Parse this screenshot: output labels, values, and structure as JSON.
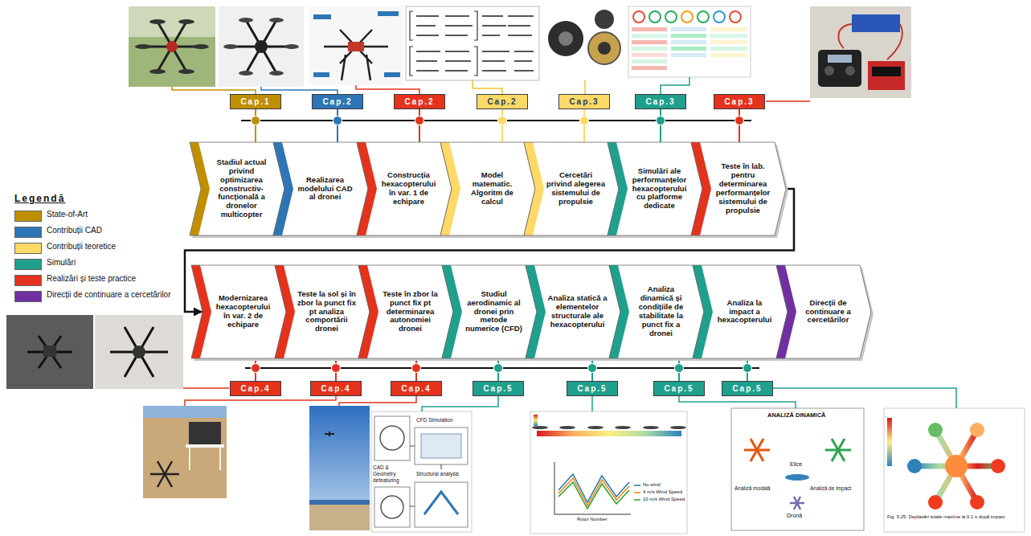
{
  "diagram": {
    "nodes": [
      {
        "text": [
          "Cap.1"
        ]
      },
      {
        "text": [
          "Cap.2"
        ]
      },
      {
        "text": [
          "Cap.2"
        ]
      },
      {
        "text": [
          "Cap.2"
        ]
      },
      {
        "text": [
          "Cap.3"
        ]
      },
      {
        "text": [
          "Cap.3"
        ]
      },
      {
        "text": [
          "Cap.3"
        ]
      },
      {
        "text": [
          "Stadiul actual privind optimizarea constructiv-funcțională a dronelor multicopter"
        ]
      },
      {
        "text": [
          "Realizarea modelului CAD al dronei"
        ]
      },
      {
        "text": [
          "Construcția hexacopterului în var. 1 de echipare"
        ]
      },
      {
        "text": [
          "Model matematic. Algoritm de calcul"
        ]
      },
      {
        "text": [
          "Cercetări privind alegerea sistemului de propulsie"
        ]
      },
      {
        "text": [
          "Simulări ale performanțelor hexacopterului cu platforme dedicate"
        ]
      },
      {
        "text": [
          "Teste în lab. pentru determinarea performanțelor sistemului de propulsie"
        ]
      },
      {
        "text": [
          "Modernizarea hexacopterului în var. 2 de echipare"
        ]
      },
      {
        "text": [
          "Teste la sol și în zbor la punct fix pt analiza comportării dronei"
        ]
      },
      {
        "text": [
          "Teste în zbor la punct fix pt determinarea autonomiei dronei"
        ]
      },
      {
        "text": [
          "Studiul aerodinamic al dronei prin metode numerice (CFD)"
        ]
      },
      {
        "text": [
          "Analiza statică a elementelor structurale ale hexacopterului"
        ]
      },
      {
        "text": [
          "Analiza dinamică și condițiile de stabilitate la punct fix a dronei"
        ]
      },
      {
        "text": [
          "Analiza la impact a hexacopterului"
        ]
      },
      {
        "text": [
          "Direcții de continuare a cercetărilor"
        ]
      },
      {
        "text": [
          "Cap.4"
        ]
      },
      {
        "text": [
          "Cap.4"
        ]
      },
      {
        "text": [
          "Cap.4"
        ]
      },
      {
        "text": [
          "Cap.5"
        ]
      },
      {
        "text": [
          "Cap.5"
        ]
      },
      {
        "text": [
          "Cap.5"
        ]
      },
      {
        "text": [
          "Cap.5"
        ]
      }
    ],
    "edges": [
      {
        "from": 0,
        "to": 7,
        "arrow": "none"
      },
      {
        "from": 1,
        "to": 8,
        "arrow": "none"
      },
      {
        "from": 2,
        "to": 9,
        "arrow": "none"
      },
      {
        "from": 3,
        "to": 10,
        "arrow": "none"
      },
      {
        "from": 4,
        "to": 11,
        "arrow": "none"
      },
      {
        "from": 5,
        "to": 12,
        "arrow": "none"
      },
      {
        "from": 6,
        "to": 13,
        "arrow": "none"
      },
      {
        "from": 13,
        "to": 14,
        "arrow": "to"
      },
      {
        "from": 22,
        "to": 14,
        "arrow": "none"
      },
      {
        "from": 23,
        "to": 15,
        "arrow": "none"
      },
      {
        "from": 24,
        "to": 16,
        "arrow": "none"
      },
      {
        "from": 25,
        "to": 17,
        "arrow": "none"
      },
      {
        "from": 26,
        "to": 18,
        "arrow": "none"
      },
      {
        "from": 27,
        "to": 19,
        "arrow": "none"
      },
      {
        "from": 28,
        "to": 20,
        "arrow": "none"
      }
    ],
    "labels": [
      "Legendă",
      "CAD & Geometry defeaturing",
      "CFD Simulation",
      "Structural analysis",
      "No wind",
      "4 m/s Wind Speed",
      "10 m/s Wind Speed",
      "Rotor Number",
      "ANALIZĂ DINAMICĂ",
      "Elice",
      "Analiză modală",
      "Analiză de impact",
      "Dronă",
      "Fig. 5.25. Deplasări totale maxime la 0.1 s după impact"
    ],
    "legend": [
      {
        "text": "State-of-Art",
        "color": "#BF8F00"
      },
      {
        "text": "Contribuții CAD",
        "color": "#2E75B6"
      },
      {
        "text": "Contribuții teoretice",
        "color": "#FFD966"
      },
      {
        "text": "Simulări",
        "color": "#1FA08C"
      },
      {
        "text": "Realizări și teste practice",
        "color": "#E5321C"
      },
      {
        "text": "Direcții de continuare a cercetărilor",
        "color": "#7030A0"
      }
    ]
  }
}
